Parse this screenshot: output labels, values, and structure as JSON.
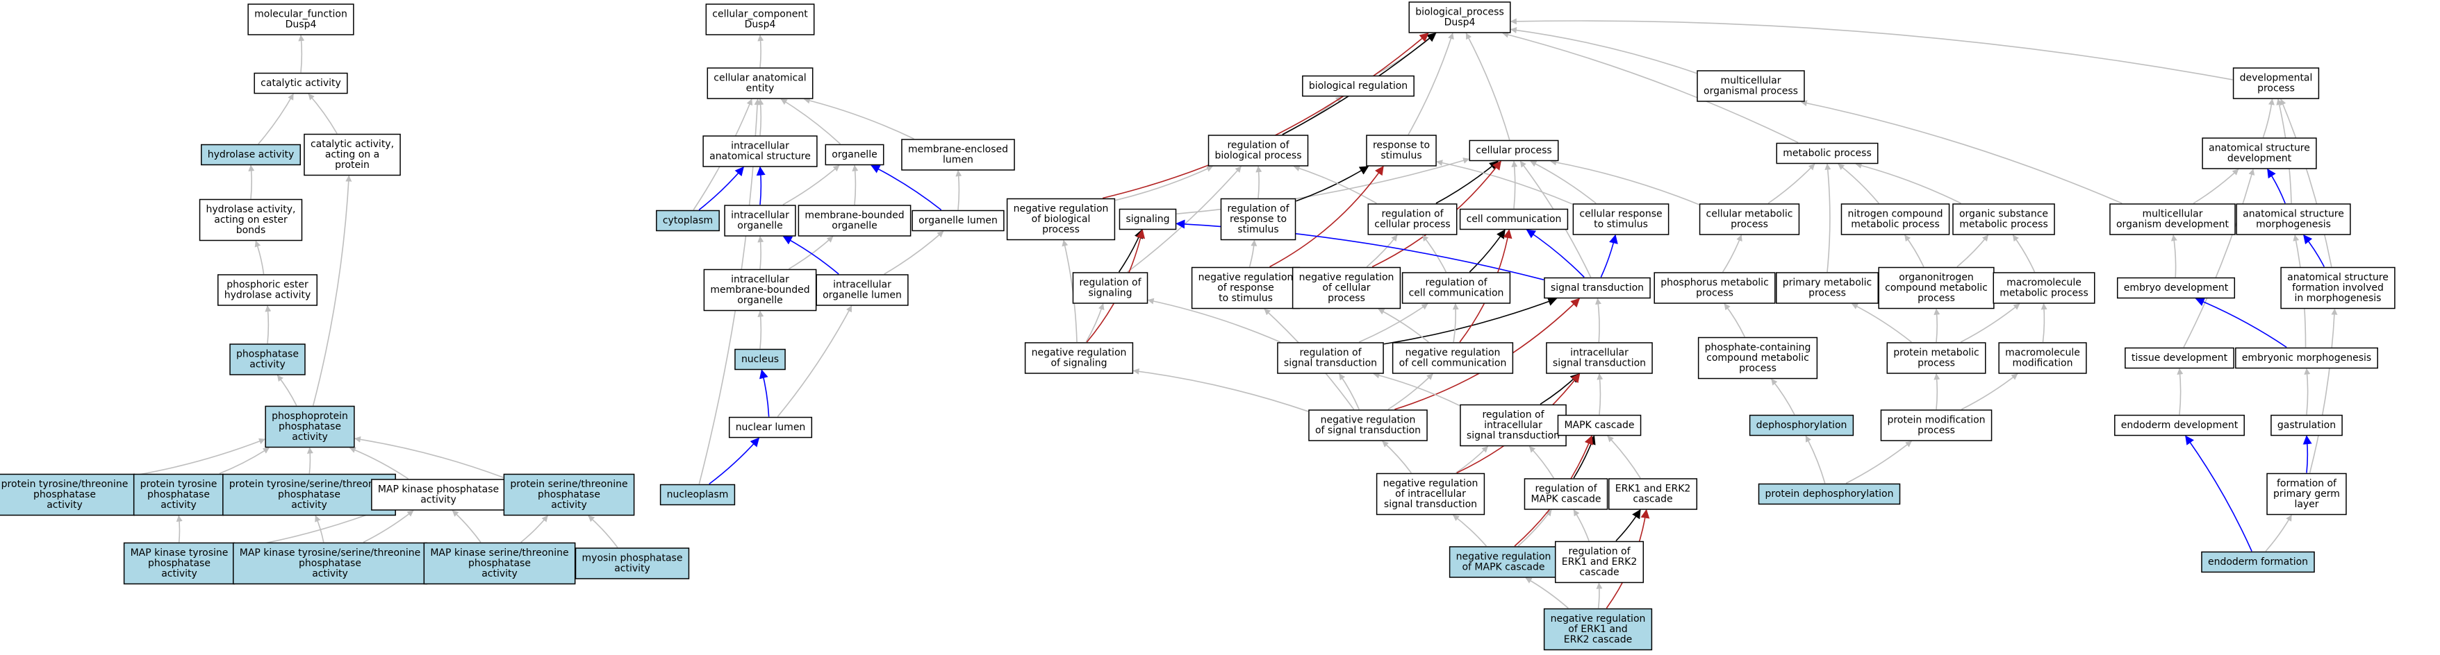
{
  "colors": {
    "highlight": "#add8e6",
    "plain": "#ffffff",
    "is_a": "#bebebe",
    "part_of": "#0000ff",
    "regulates": "#000000",
    "neg_regulates": "#b22222"
  },
  "nodes": {
    "mf": {
      "lines": [
        "molecular_function",
        "Dusp4"
      ],
      "hl": false
    },
    "cat": {
      "lines": [
        "catalytic activity"
      ],
      "hl": false
    },
    "hydro": {
      "lines": [
        "hydrolase activity"
      ],
      "hl": true
    },
    "catprot": {
      "lines": [
        "catalytic activity,",
        "acting on a",
        "protein"
      ],
      "hl": false
    },
    "hydroester": {
      "lines": [
        "hydrolase activity,",
        "acting on ester",
        "bonds"
      ],
      "hl": false
    },
    "phosester": {
      "lines": [
        "phosphoric ester",
        "hydrolase activity"
      ],
      "hl": false
    },
    "phosph": {
      "lines": [
        "phosphatase",
        "activity"
      ],
      "hl": true
    },
    "phprot": {
      "lines": [
        "phosphoprotein",
        "phosphatase",
        "activity"
      ],
      "hl": true
    },
    "ptyrthr": {
      "lines": [
        "protein tyrosine/threonine",
        "phosphatase",
        "activity"
      ],
      "hl": true
    },
    "ptyr": {
      "lines": [
        "protein tyrosine",
        "phosphatase",
        "activity"
      ],
      "hl": true
    },
    "ptst": {
      "lines": [
        "protein tyrosine/serine/threonine",
        "phosphatase",
        "activity"
      ],
      "hl": true
    },
    "mapkp": {
      "lines": [
        "MAP kinase phosphatase",
        "activity"
      ],
      "hl": false
    },
    "psthr": {
      "lines": [
        "protein serine/threonine",
        "phosphatase",
        "activity"
      ],
      "hl": true
    },
    "mapktyr": {
      "lines": [
        "MAP kinase tyrosine",
        "phosphatase",
        "activity"
      ],
      "hl": true
    },
    "mapktst": {
      "lines": [
        "MAP kinase tyrosine/serine/threonine",
        "phosphatase",
        "activity"
      ],
      "hl": true
    },
    "mapkst": {
      "lines": [
        "MAP kinase serine/threonine",
        "phosphatase",
        "activity"
      ],
      "hl": true
    },
    "myosin": {
      "lines": [
        "myosin phosphatase",
        "activity"
      ],
      "hl": true
    },
    "cc": {
      "lines": [
        "cellular_component",
        "Dusp4"
      ],
      "hl": false
    },
    "cae": {
      "lines": [
        "cellular anatomical",
        "entity"
      ],
      "hl": false
    },
    "ias": {
      "lines": [
        "intracellular",
        "anatomical structure"
      ],
      "hl": false
    },
    "organelle": {
      "lines": [
        "organelle"
      ],
      "hl": false
    },
    "memlumen": {
      "lines": [
        "membrane-enclosed",
        "lumen"
      ],
      "hl": false
    },
    "cytoplasm": {
      "lines": [
        "cytoplasm"
      ],
      "hl": true
    },
    "intorg": {
      "lines": [
        "intracellular",
        "organelle"
      ],
      "hl": false
    },
    "membound": {
      "lines": [
        "membrane-bounded",
        "organelle"
      ],
      "hl": false
    },
    "orglumen": {
      "lines": [
        "organelle lumen"
      ],
      "hl": false
    },
    "imbo": {
      "lines": [
        "intracellular",
        "membrane-bounded",
        "organelle"
      ],
      "hl": false
    },
    "intorglumen": {
      "lines": [
        "intracellular",
        "organelle lumen"
      ],
      "hl": false
    },
    "nucleus": {
      "lines": [
        "nucleus"
      ],
      "hl": true
    },
    "nuclumen": {
      "lines": [
        "nuclear lumen"
      ],
      "hl": false
    },
    "nucleoplasm": {
      "lines": [
        "nucleoplasm"
      ],
      "hl": true
    },
    "bp": {
      "lines": [
        "biological_process",
        "Dusp4"
      ],
      "hl": false
    },
    "bioreg": {
      "lines": [
        "biological regulation"
      ],
      "hl": false
    },
    "multi": {
      "lines": [
        "multicellular",
        "organismal process"
      ],
      "hl": false
    },
    "devproc": {
      "lines": [
        "developmental",
        "process"
      ],
      "hl": false
    },
    "regbp": {
      "lines": [
        "regulation of",
        "biological process"
      ],
      "hl": false
    },
    "resp": {
      "lines": [
        "response to",
        "stimulus"
      ],
      "hl": false
    },
    "cellproc": {
      "lines": [
        "cellular process"
      ],
      "hl": false
    },
    "metab": {
      "lines": [
        "metabolic process"
      ],
      "hl": false
    },
    "asdev": {
      "lines": [
        "anatomical structure",
        "development"
      ],
      "hl": false
    },
    "negregbp": {
      "lines": [
        "negative regulation",
        "of biological",
        "process"
      ],
      "hl": false
    },
    "signaling": {
      "lines": [
        "signaling"
      ],
      "hl": false
    },
    "regresp": {
      "lines": [
        "regulation of",
        "response to",
        "stimulus"
      ],
      "hl": false
    },
    "regcp": {
      "lines": [
        "regulation of",
        "cellular process"
      ],
      "hl": false
    },
    "cellcomm": {
      "lines": [
        "cell communication"
      ],
      "hl": false
    },
    "cellresp": {
      "lines": [
        "cellular response",
        "to stimulus"
      ],
      "hl": false
    },
    "cellmetab": {
      "lines": [
        "cellular metabolic",
        "process"
      ],
      "hl": false
    },
    "nitro": {
      "lines": [
        "nitrogen compound",
        "metabolic process"
      ],
      "hl": false
    },
    "orgsub": {
      "lines": [
        "organic substance",
        "metabolic process"
      ],
      "hl": false
    },
    "multidev": {
      "lines": [
        "multicellular",
        "organism development"
      ],
      "hl": false
    },
    "asmorph": {
      "lines": [
        "anatomical structure",
        "morphogenesis"
      ],
      "hl": false
    },
    "regsig": {
      "lines": [
        "regulation of",
        "signaling"
      ],
      "hl": false
    },
    "negregresp": {
      "lines": [
        "negative regulation",
        "of response",
        "to stimulus"
      ],
      "hl": false
    },
    "negregcp": {
      "lines": [
        "negative regulation",
        "of cellular",
        "process"
      ],
      "hl": false
    },
    "regcc": {
      "lines": [
        "regulation of",
        "cell communication"
      ],
      "hl": false
    },
    "sigtrans": {
      "lines": [
        "signal transduction"
      ],
      "hl": false
    },
    "phosmetab": {
      "lines": [
        "phosphorus metabolic",
        "process"
      ],
      "hl": false
    },
    "primmetab": {
      "lines": [
        "primary metabolic",
        "process"
      ],
      "hl": false
    },
    "organonitro": {
      "lines": [
        "organonitrogen",
        "compound metabolic",
        "process"
      ],
      "hl": false
    },
    "macromol": {
      "lines": [
        "macromolecule",
        "metabolic process"
      ],
      "hl": false
    },
    "embryodev": {
      "lines": [
        "embryo development"
      ],
      "hl": false
    },
    "asformation": {
      "lines": [
        "anatomical structure",
        "formation involved",
        "in morphogenesis"
      ],
      "hl": false
    },
    "negregsig": {
      "lines": [
        "negative regulation",
        "of signaling"
      ],
      "hl": false
    },
    "regst": {
      "lines": [
        "regulation of",
        "signal transduction"
      ],
      "hl": false
    },
    "negregcc": {
      "lines": [
        "negative regulation",
        "of cell communication"
      ],
      "hl": false
    },
    "intrasig": {
      "lines": [
        "intracellular",
        "signal transduction"
      ],
      "hl": false
    },
    "phoscontain": {
      "lines": [
        "phosphate-containing",
        "compound metabolic",
        "process"
      ],
      "hl": false
    },
    "protmetab": {
      "lines": [
        "protein metabolic",
        "process"
      ],
      "hl": false
    },
    "macromod": {
      "lines": [
        "macromolecule",
        "modification"
      ],
      "hl": false
    },
    "tissuedev": {
      "lines": [
        "tissue development"
      ],
      "hl": false
    },
    "embmorph": {
      "lines": [
        "embryonic morphogenesis"
      ],
      "hl": false
    },
    "negregst": {
      "lines": [
        "negative regulation",
        "of signal transduction"
      ],
      "hl": false
    },
    "regintra": {
      "lines": [
        "regulation of",
        "intracellular",
        "signal transduction"
      ],
      "hl": false
    },
    "mapk": {
      "lines": [
        "MAPK cascade"
      ],
      "hl": false
    },
    "dephos": {
      "lines": [
        "dephosphorylation"
      ],
      "hl": true
    },
    "protmod": {
      "lines": [
        "protein modification",
        "process"
      ],
      "hl": false
    },
    "endodev": {
      "lines": [
        "endoderm development"
      ],
      "hl": false
    },
    "gastru": {
      "lines": [
        "gastrulation"
      ],
      "hl": false
    },
    "negregintra": {
      "lines": [
        "negative regulation",
        "of intracellular",
        "signal transduction"
      ],
      "hl": false
    },
    "regmapk": {
      "lines": [
        "regulation of",
        "MAPK cascade"
      ],
      "hl": false
    },
    "erk": {
      "lines": [
        "ERK1 and ERK2",
        "cascade"
      ],
      "hl": false
    },
    "protdephos": {
      "lines": [
        "protein dephosphorylation"
      ],
      "hl": true
    },
    "germ": {
      "lines": [
        "formation of",
        "primary germ",
        "layer"
      ],
      "hl": false
    },
    "negregmapk": {
      "lines": [
        "negative regulation",
        "of MAPK cascade"
      ],
      "hl": true
    },
    "regerk": {
      "lines": [
        "regulation of",
        "ERK1 and ERK2",
        "cascade"
      ],
      "hl": false
    },
    "endoform": {
      "lines": [
        "endoderm formation"
      ],
      "hl": true
    },
    "negregerk": {
      "lines": [
        "negative regulation",
        "of ERK1 and",
        "ERK2 cascade"
      ],
      "hl": true
    }
  },
  "edges": [
    [
      "cat",
      "mf",
      "is_a"
    ],
    [
      "hydro",
      "cat",
      "is_a"
    ],
    [
      "catprot",
      "cat",
      "is_a"
    ],
    [
      "hydroester",
      "hydro",
      "is_a"
    ],
    [
      "phosester",
      "hydroester",
      "is_a"
    ],
    [
      "phosph",
      "phosester",
      "is_a"
    ],
    [
      "phprot",
      "phosph",
      "is_a"
    ],
    [
      "phprot",
      "catprot",
      "is_a"
    ],
    [
      "ptyrthr",
      "phprot",
      "is_a"
    ],
    [
      "ptyr",
      "phprot",
      "is_a"
    ],
    [
      "ptst",
      "phprot",
      "is_a"
    ],
    [
      "mapkp",
      "phprot",
      "is_a"
    ],
    [
      "psthr",
      "phprot",
      "is_a"
    ],
    [
      "mapktyr",
      "ptyr",
      "is_a"
    ],
    [
      "mapktyr",
      "mapkp",
      "is_a"
    ],
    [
      "mapktst",
      "ptst",
      "is_a"
    ],
    [
      "mapktst",
      "mapkp",
      "is_a"
    ],
    [
      "mapkst",
      "mapkp",
      "is_a"
    ],
    [
      "mapkst",
      "psthr",
      "is_a"
    ],
    [
      "myosin",
      "psthr",
      "is_a"
    ],
    [
      "cae",
      "cc",
      "is_a"
    ],
    [
      "ias",
      "cae",
      "is_a"
    ],
    [
      "organelle",
      "cae",
      "is_a"
    ],
    [
      "memlumen",
      "cae",
      "is_a"
    ],
    [
      "cytoplasm",
      "cae",
      "is_a"
    ],
    [
      "nucleoplasm",
      "cae",
      "is_a"
    ],
    [
      "cytoplasm",
      "ias",
      "part_of"
    ],
    [
      "intorg",
      "ias",
      "part_of"
    ],
    [
      "intorg",
      "organelle",
      "is_a"
    ],
    [
      "membound",
      "organelle",
      "is_a"
    ],
    [
      "orglumen",
      "organelle",
      "part_of"
    ],
    [
      "orglumen",
      "memlumen",
      "is_a"
    ],
    [
      "imbo",
      "intorg",
      "is_a"
    ],
    [
      "imbo",
      "membound",
      "is_a"
    ],
    [
      "intorglumen",
      "intorg",
      "part_of"
    ],
    [
      "intorglumen",
      "orglumen",
      "is_a"
    ],
    [
      "nucleus",
      "imbo",
      "is_a"
    ],
    [
      "nuclumen",
      "intorglumen",
      "is_a"
    ],
    [
      "nuclumen",
      "nucleus",
      "part_of"
    ],
    [
      "nucleoplasm",
      "nuclumen",
      "part_of"
    ],
    [
      "bioreg",
      "bp",
      "is_a"
    ],
    [
      "multi",
      "bp",
      "is_a"
    ],
    [
      "devproc",
      "bp",
      "is_a"
    ],
    [
      "resp",
      "bp",
      "is_a"
    ],
    [
      "cellproc",
      "bp",
      "is_a"
    ],
    [
      "metab",
      "bp",
      "is_a"
    ],
    [
      "regbp",
      "bioreg",
      "is_a"
    ],
    [
      "regbp",
      "bp",
      "regulates"
    ],
    [
      "negregbp",
      "bp",
      "neg_regulates"
    ],
    [
      "negregbp",
      "regbp",
      "is_a"
    ],
    [
      "asdev",
      "devproc",
      "is_a"
    ],
    [
      "multidev",
      "multi",
      "is_a"
    ],
    [
      "multidev",
      "asdev",
      "is_a"
    ],
    [
      "asmorph",
      "asdev",
      "part_of"
    ],
    [
      "asmorph",
      "devproc",
      "is_a"
    ],
    [
      "asformation",
      "asmorph",
      "part_of"
    ],
    [
      "asformation",
      "devproc",
      "is_a"
    ],
    [
      "signaling",
      "cellproc",
      "is_a"
    ],
    [
      "regresp",
      "regbp",
      "is_a"
    ],
    [
      "regresp",
      "resp",
      "regulates"
    ],
    [
      "regcp",
      "cellproc",
      "regulates"
    ],
    [
      "regcp",
      "regbp",
      "is_a"
    ],
    [
      "cellcomm",
      "cellproc",
      "is_a"
    ],
    [
      "cellresp",
      "cellproc",
      "is_a"
    ],
    [
      "cellresp",
      "resp",
      "is_a"
    ],
    [
      "cellmetab",
      "metab",
      "is_a"
    ],
    [
      "cellmetab",
      "cellproc",
      "is_a"
    ],
    [
      "nitro",
      "metab",
      "is_a"
    ],
    [
      "orgsub",
      "metab",
      "is_a"
    ],
    [
      "regsig",
      "signaling",
      "regulates"
    ],
    [
      "regsig",
      "regbp",
      "is_a"
    ],
    [
      "negregresp",
      "regresp",
      "is_a"
    ],
    [
      "negregresp",
      "resp",
      "neg_regulates"
    ],
    [
      "negregcp",
      "cellproc",
      "neg_regulates"
    ],
    [
      "negregcp",
      "regcp",
      "is_a"
    ],
    [
      "regcc",
      "cellcomm",
      "regulates"
    ],
    [
      "regcc",
      "regcp",
      "is_a"
    ],
    [
      "sigtrans",
      "signaling",
      "part_of"
    ],
    [
      "sigtrans",
      "cellcomm",
      "part_of"
    ],
    [
      "sigtrans",
      "cellresp",
      "part_of"
    ],
    [
      "sigtrans",
      "cellproc",
      "is_a"
    ],
    [
      "phosmetab",
      "cellmetab",
      "is_a"
    ],
    [
      "primmetab",
      "metab",
      "is_a"
    ],
    [
      "organonitro",
      "nitro",
      "is_a"
    ],
    [
      "organonitro",
      "orgsub",
      "is_a"
    ],
    [
      "macromol",
      "orgsub",
      "is_a"
    ],
    [
      "macromol",
      "primmetab",
      "is_a"
    ],
    [
      "embryodev",
      "multidev",
      "is_a"
    ],
    [
      "negregsig",
      "regsig",
      "is_a"
    ],
    [
      "negregsig",
      "negregbp",
      "is_a"
    ],
    [
      "negregsig",
      "signaling",
      "neg_regulates"
    ],
    [
      "regst",
      "regsig",
      "is_a"
    ],
    [
      "regst",
      "regcc",
      "is_a"
    ],
    [
      "regst",
      "sigtrans",
      "regulates"
    ],
    [
      "negregcc",
      "regcc",
      "is_a"
    ],
    [
      "negregcc",
      "negregcp",
      "is_a"
    ],
    [
      "negregcc",
      "cellcomm",
      "neg_regulates"
    ],
    [
      "intrasig",
      "sigtrans",
      "is_a"
    ],
    [
      "phoscontain",
      "phosmetab",
      "is_a"
    ],
    [
      "protmetab",
      "organonitro",
      "is_a"
    ],
    [
      "protmetab",
      "macromol",
      "is_a"
    ],
    [
      "protmetab",
      "primmetab",
      "is_a"
    ],
    [
      "macromod",
      "macromol",
      "is_a"
    ],
    [
      "tissuedev",
      "asdev",
      "is_a"
    ],
    [
      "embmorph",
      "embryodev",
      "part_of"
    ],
    [
      "embmorph",
      "asmorph",
      "is_a"
    ],
    [
      "negregst",
      "regst",
      "is_a"
    ],
    [
      "negregst",
      "negregsig",
      "is_a"
    ],
    [
      "negregst",
      "negregcc",
      "is_a"
    ],
    [
      "negregst",
      "negregresp",
      "is_a"
    ],
    [
      "negregst",
      "sigtrans",
      "neg_regulates"
    ],
    [
      "regintra",
      "regst",
      "is_a"
    ],
    [
      "regintra",
      "intrasig",
      "regulates"
    ],
    [
      "mapk",
      "intrasig",
      "is_a"
    ],
    [
      "dephos",
      "phoscontain",
      "is_a"
    ],
    [
      "protmod",
      "protmetab",
      "is_a"
    ],
    [
      "protmod",
      "macromod",
      "is_a"
    ],
    [
      "endodev",
      "tissuedev",
      "is_a"
    ],
    [
      "gastru",
      "embmorph",
      "is_a"
    ],
    [
      "negregintra",
      "regintra",
      "is_a"
    ],
    [
      "negregintra",
      "negregst",
      "is_a"
    ],
    [
      "negregintra",
      "intrasig",
      "neg_regulates"
    ],
    [
      "regmapk",
      "regintra",
      "is_a"
    ],
    [
      "regmapk",
      "mapk",
      "regulates"
    ],
    [
      "erk",
      "mapk",
      "is_a"
    ],
    [
      "protdephos",
      "dephos",
      "is_a"
    ],
    [
      "protdephos",
      "protmod",
      "is_a"
    ],
    [
      "germ",
      "gastru",
      "part_of"
    ],
    [
      "germ",
      "asformation",
      "is_a"
    ],
    [
      "negregmapk",
      "regmapk",
      "is_a"
    ],
    [
      "negregmapk",
      "negregintra",
      "is_a"
    ],
    [
      "negregmapk",
      "mapk",
      "neg_regulates"
    ],
    [
      "regerk",
      "regmapk",
      "is_a"
    ],
    [
      "regerk",
      "erk",
      "regulates"
    ],
    [
      "endoform",
      "germ",
      "is_a"
    ],
    [
      "endoform",
      "endodev",
      "part_of"
    ],
    [
      "negregerk",
      "regerk",
      "is_a"
    ],
    [
      "negregerk",
      "negregmapk",
      "is_a"
    ],
    [
      "negregerk",
      "erk",
      "neg_regulates"
    ]
  ]
}
